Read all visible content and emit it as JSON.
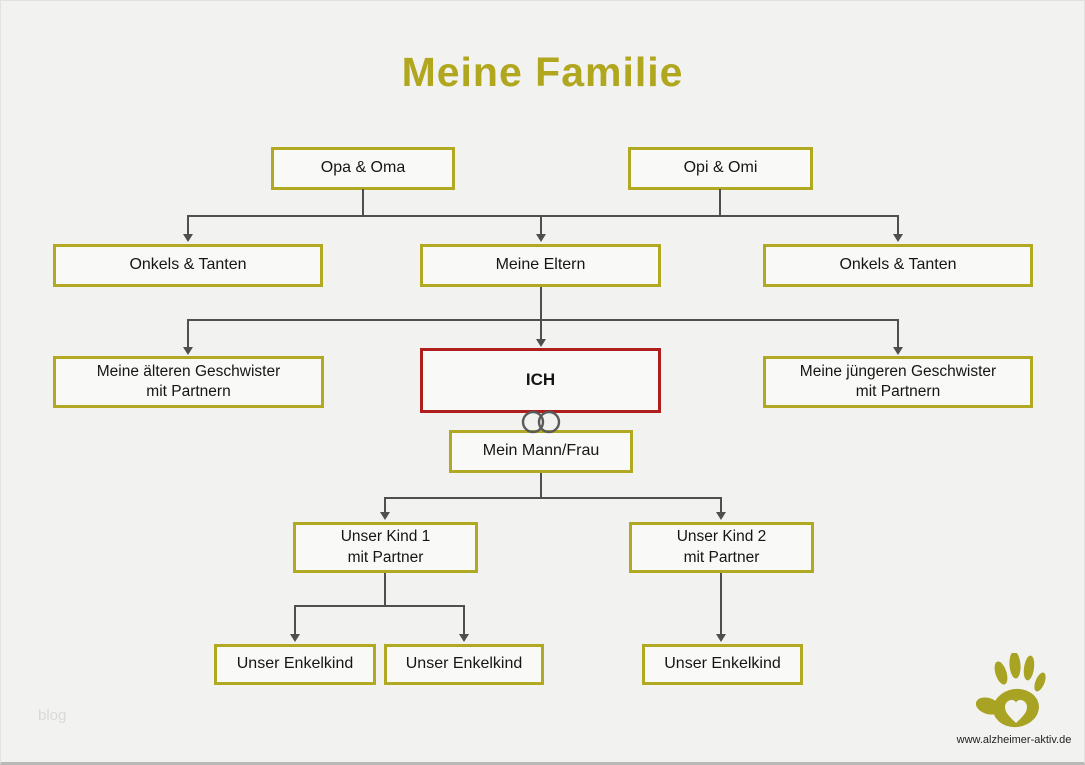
{
  "title": "Meine Familie",
  "watermark": "blog",
  "footer": {
    "url": "www.alzheimer-aktiv.de",
    "logo_icon": "handprint-logo"
  },
  "icons": {
    "rings": "wedding-rings"
  },
  "colors": {
    "background": "#f2f2f1",
    "olive": "#b2a922",
    "red": "#b01d1d",
    "line": "#4f4f4f",
    "box_fill": "#f9f9f7",
    "title_color": "#b1a71f",
    "logo_olive": "#a9a323"
  },
  "nodes": {
    "opa_oma": "Opa & Oma",
    "opi_omi": "Opi & Omi",
    "onkels_tanten_left": "Onkels & Tanten",
    "meine_eltern": "Meine Eltern",
    "onkels_tanten_right": "Onkels & Tanten",
    "aeltere_geschwister": "Meine älteren Geschwister\nmit Partnern",
    "ich": "ICH",
    "juengere_geschwister": "Meine jüngeren Geschwister\nmit Partnern",
    "mann_frau": "Mein Mann/Frau",
    "kind1": "Unser Kind 1\nmit Partner",
    "kind2": "Unser Kind 2\nmit Partner",
    "enkelkind1": "Unser Enkelkind",
    "enkelkind2": "Unser Enkelkind",
    "enkelkind3": "Unser Enkelkind"
  }
}
